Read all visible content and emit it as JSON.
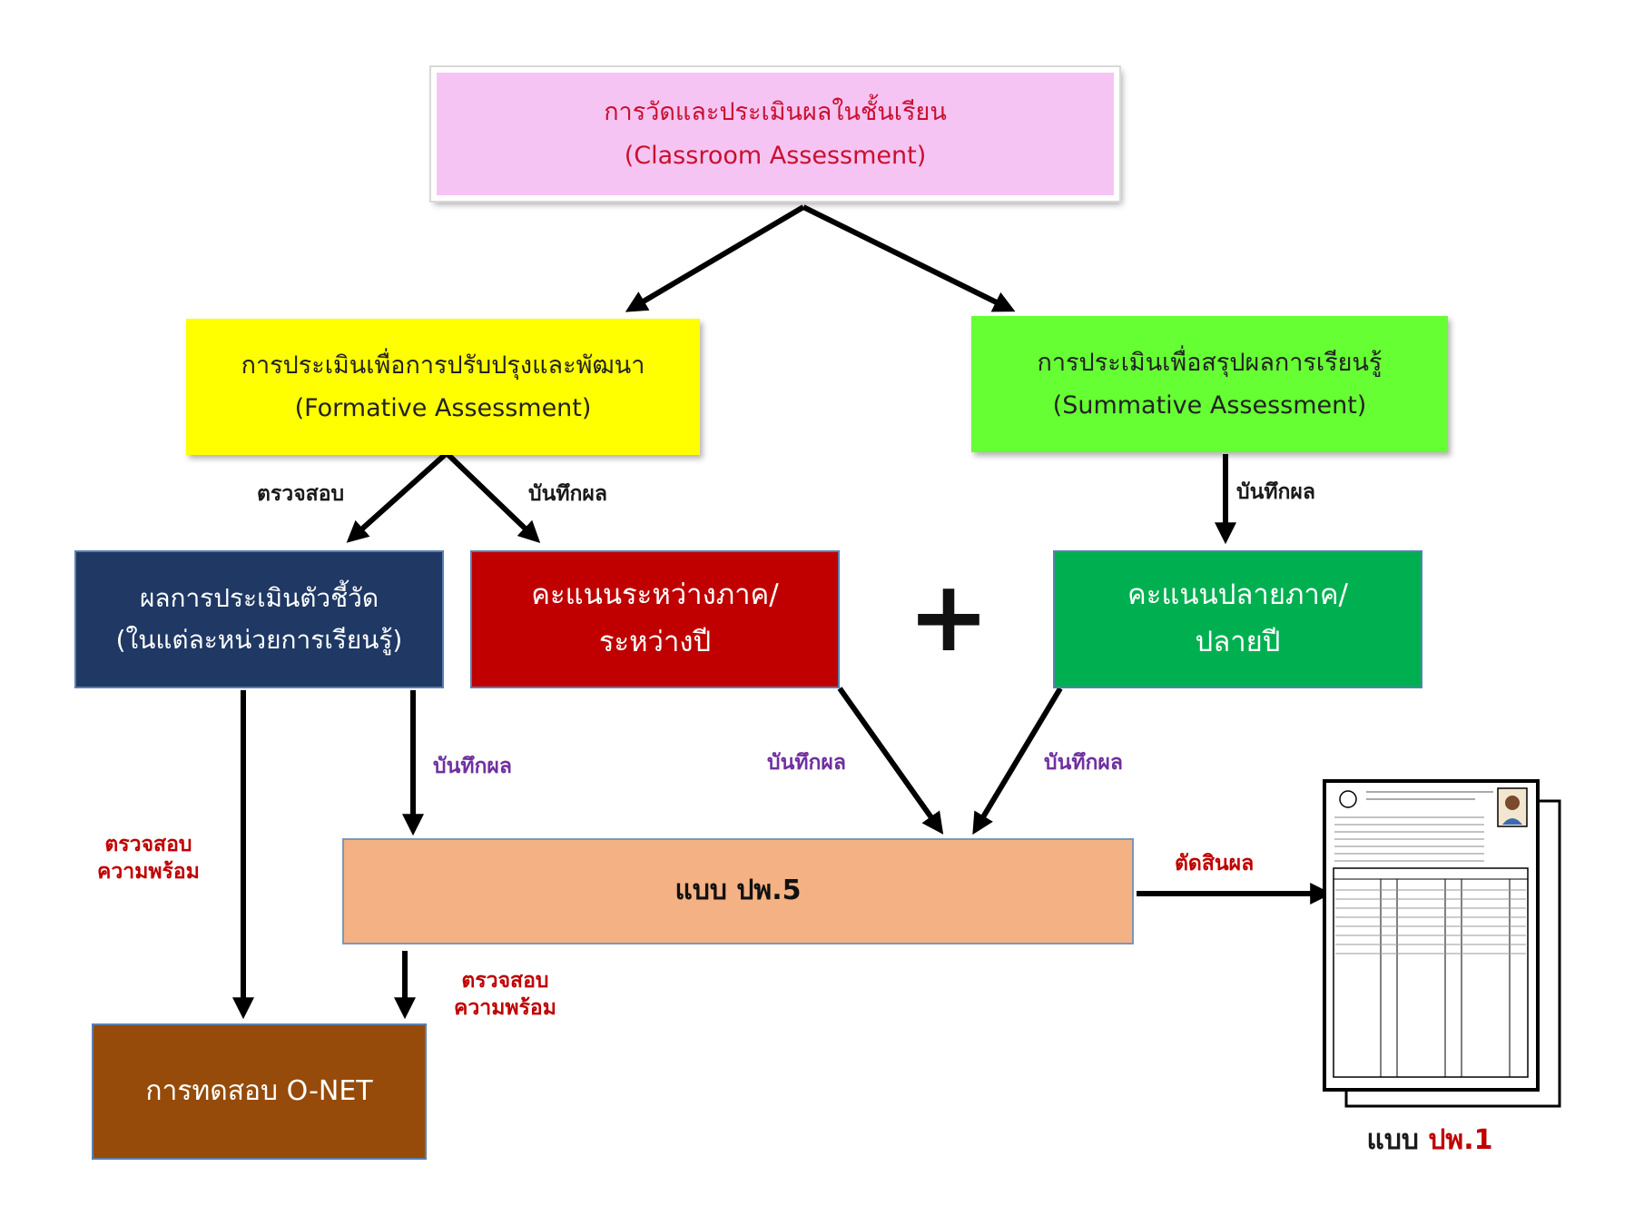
{
  "top_box": {
    "line1": "การวัดและประเมินผลในชั้นเรียน",
    "line2": "(Classroom Assessment)",
    "color": "#f6c4f3"
  },
  "formative_box": {
    "line1": "การประเมินเพื่อการปรับปรุงและพัฒนา",
    "line2": "(Formative Assessment)",
    "color": "#ffff00"
  },
  "summative_box": {
    "line1": "การประเมินเพื่อสรุปผลการเรียนรู้",
    "line2": "(Summative Assessment)",
    "color": "#66ff33"
  },
  "indicator_box": {
    "line1": "ผลการประเมินตัวชี้วัด",
    "line2": "(ในแต่ละหน่วยการเรียนรู้)",
    "color": "#1f3864"
  },
  "midterm_box": {
    "line1": "คะแนนระหว่างภาค/",
    "line2": "ระหว่างปี",
    "color": "#c00000"
  },
  "plus_sign": "+",
  "final_box": {
    "line1": "คะแนนปลายภาค/",
    "line2": "ปลายปี",
    "color": "#00b050"
  },
  "pp5_box": {
    "label": "แบบ ปพ.5",
    "color": "#f4b183"
  },
  "onet_box": {
    "label": "การทดสอบ O-NET",
    "color": "#964b0a"
  },
  "labels": {
    "check": "ตรวจสอบ",
    "record": "บันทึกผล",
    "check_ready_line1": "ตรวจสอบ",
    "check_ready_line2": "ความพร้อม",
    "decide": "ตัดสินผล"
  },
  "pp1": {
    "prefix": "แบบ",
    "name": "ปพ.1",
    "icon": "document-form-icon"
  }
}
